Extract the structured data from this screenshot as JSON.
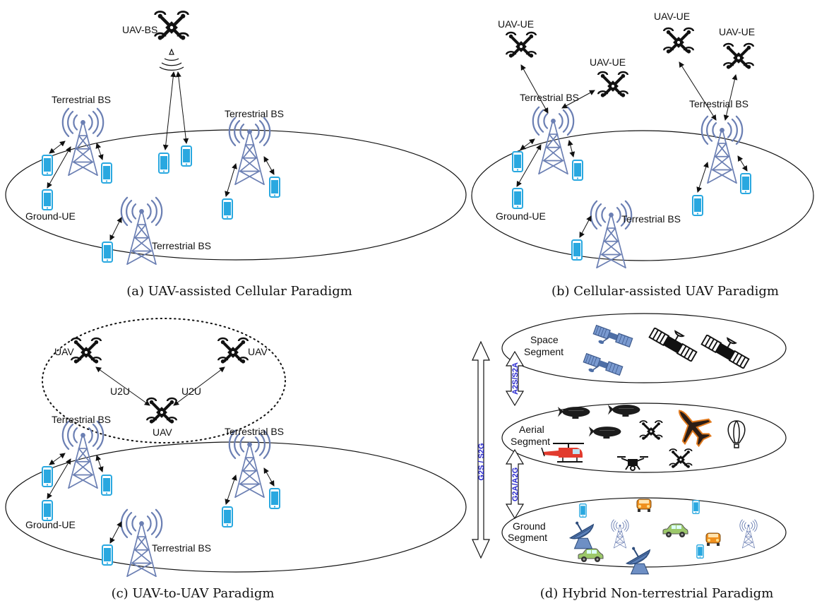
{
  "panels": [
    {
      "caption": "(a) UAV-assisted Cellular Paradigm",
      "labels": {
        "uav_bs": "UAV-BS",
        "tbs_left": "Terrestrial BS",
        "tbs_right": "Terrestrial BS",
        "tbs_bottom": "Terrestrial BS",
        "ground_ue": "Ground-UE"
      }
    },
    {
      "caption": "(b) Cellular-assisted UAV Paradigm",
      "labels": {
        "uav_ue_1": "UAV-UE",
        "uav_ue_2": "UAV-UE",
        "uav_ue_3": "UAV-UE",
        "uav_ue_4": "UAV-UE",
        "tbs_left": "Terrestrial BS",
        "tbs_right": "Terrestrial BS",
        "tbs_bottom": "Terrestrial BS",
        "ground_ue": "Ground-UE"
      }
    },
    {
      "caption": "(c) UAV-to-UAV Paradigm",
      "labels": {
        "uav_left": "UAV",
        "uav_right": "UAV",
        "uav_center": "UAV",
        "u2u_left": "U2U",
        "u2u_right": "U2U",
        "tbs_left": "Terrestrial BS",
        "tbs_right": "Terrestrial BS",
        "tbs_bottom": "Terrestrial BS",
        "ground_ue": "Ground-UE"
      }
    },
    {
      "caption": "(d) Hybrid Non-terrestrial Paradigm",
      "labels": {
        "space_1": "Space",
        "space_2": "Segment",
        "aerial_1": "Aerial",
        "aerial_2": "Segment",
        "ground_1": "Ground",
        "ground_2": "Segment",
        "a2s": "A2S/S2A",
        "g2a": "G2A/A2G",
        "g2s": "G2S / S2G"
      }
    }
  ],
  "colors": {
    "tower": "#6b7fb3",
    "phone": "#29a8e0",
    "label_blue": "#2a2ad0",
    "car_orange": "#f0901e",
    "car_green": "#9cc86a",
    "heli_red": "#e23b2e",
    "plane_dark": "#2b1d16",
    "plane_orange": "#e07a1f",
    "satellite_blue": "#5577aa"
  },
  "icons": [
    "drone-icon",
    "tower-icon",
    "phone-icon",
    "satellite-icon",
    "blimp-icon",
    "airplane-icon",
    "balloon-icon",
    "helicopter-icon",
    "car-icon",
    "dish-icon"
  ]
}
